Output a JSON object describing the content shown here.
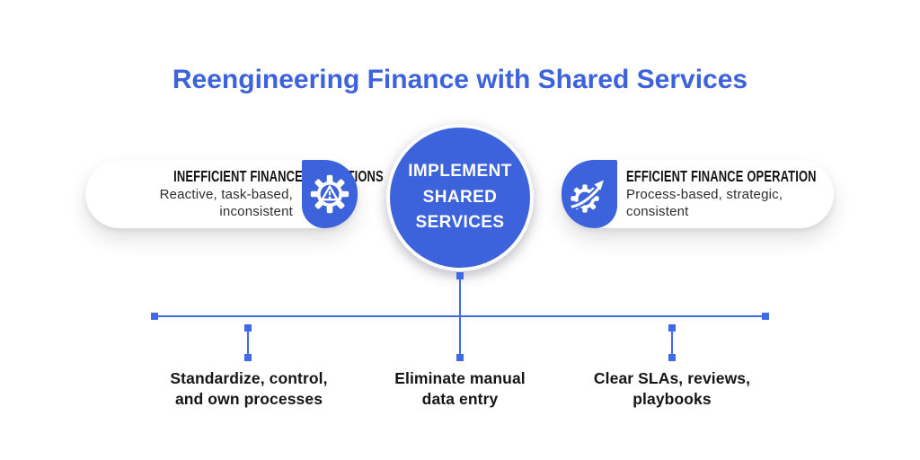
{
  "title": "Reengineering Finance with Shared Services",
  "colors": {
    "accent": "#3C63DC",
    "line": "#3E6AE6",
    "ink": "#151515",
    "muted": "#2E2E2E",
    "page-bg": "#FFFFFF",
    "card-bg": "#FFFFFF"
  },
  "left_card": {
    "heading": "INEFFICIENT FINANCE OPERATIONS",
    "description": "Reactive, task-based,\ninconsistent",
    "icon": "warning-gear-icon"
  },
  "center_node": {
    "label": "IMPLEMENT\nSHARED\nSERVICES"
  },
  "right_card": {
    "heading": "EFFICIENT FINANCE OPERATION",
    "description": "Process-based, strategic,\nconsistent",
    "icon": "growth-gear-icon"
  },
  "timeline": {
    "items": [
      {
        "label": "Standardize, control,\nand own processes"
      },
      {
        "label": "Eliminate manual\ndata entry"
      },
      {
        "label": "Clear SLAs, reviews,\nplaybooks"
      }
    ]
  }
}
